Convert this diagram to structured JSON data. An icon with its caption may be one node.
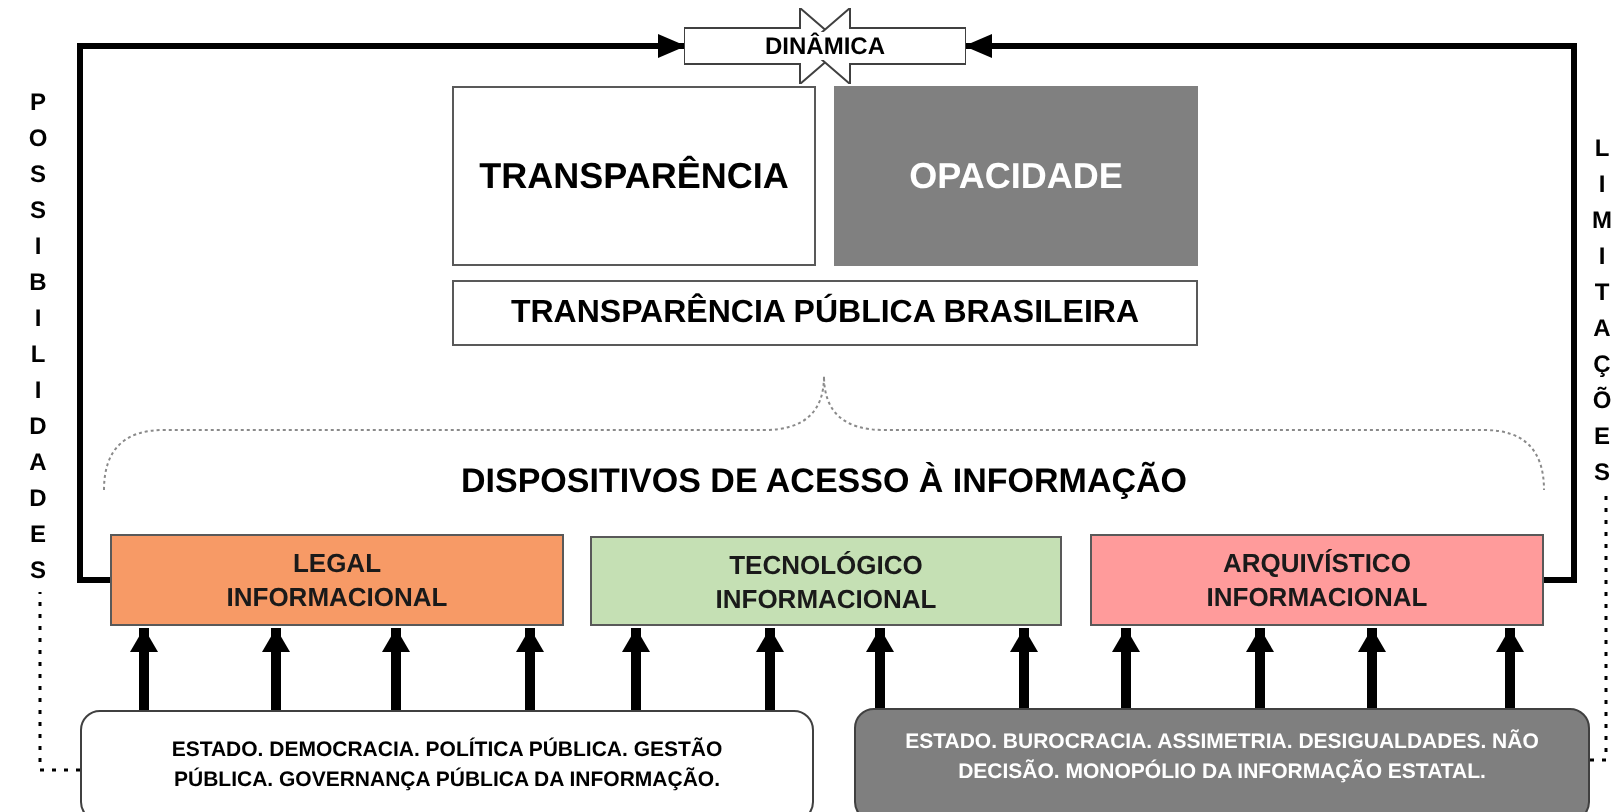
{
  "diagram": {
    "nodes": [
      {
        "text": [
          "DINÂMICA"
        ]
      },
      {
        "text": [
          "TRANSPARÊNCIA"
        ]
      },
      {
        "text": [
          "OPACIDADE"
        ]
      },
      {
        "text": [
          "TRANSPARÊNCIA PÚBLICA BRASILEIRA"
        ]
      },
      {
        "text": [
          "LEGAL INFORMACIONAL"
        ]
      },
      {
        "text": [
          "TECNOLÓGICO INFORMACIONAL"
        ]
      },
      {
        "text": [
          "ARQUIVÍSTICO INFORMACIONAL"
        ]
      },
      {
        "text": [
          "ESTADO. DEMOCRACIA. POLÍTICA PÚBLICA. GESTÃO PÚBLICA. GOVERNANÇA PÚBLICA DA INFORMAÇÃO."
        ]
      },
      {
        "text": [
          "ESTADO. BUROCRACIA. ASSIMETRIA. DESIGUALDADES. NÃO DECISÃO. MONOPÓLIO DA INFORMAÇÃO ESTATAL."
        ]
      },
      {
        "text": [
          "POSSIBILIDADES"
        ]
      },
      {
        "text": [
          "LIMITAÇÕES"
        ]
      }
    ],
    "edges": [
      {
        "from": 4,
        "to": 0,
        "arrow": "to"
      },
      {
        "from": 6,
        "to": 0,
        "arrow": "to"
      },
      {
        "from": 7,
        "to": 9,
        "arrow": "none",
        "style": "dashed"
      },
      {
        "from": 8,
        "to": 10,
        "arrow": "none",
        "style": "dashed"
      },
      {
        "from": 7,
        "to": 4,
        "arrow": "to"
      },
      {
        "from": 7,
        "to": 4,
        "arrow": "to"
      },
      {
        "from": 7,
        "to": 4,
        "arrow": "to"
      },
      {
        "from": 7,
        "to": 4,
        "arrow": "to"
      },
      {
        "from": 7,
        "to": 5,
        "arrow": "to"
      },
      {
        "from": 7,
        "to": 5,
        "arrow": "to"
      },
      {
        "from": 8,
        "to": 5,
        "arrow": "to"
      },
      {
        "from": 8,
        "to": 5,
        "arrow": "to"
      },
      {
        "from": 8,
        "to": 6,
        "arrow": "to"
      },
      {
        "from": 8,
        "to": 6,
        "arrow": "to"
      },
      {
        "from": 8,
        "to": 6,
        "arrow": "to"
      },
      {
        "from": 8,
        "to": 6,
        "arrow": "to"
      }
    ],
    "labels": [
      "DISPOSITIVOS DE ACESSO À INFORMAÇÃO"
    ]
  }
}
